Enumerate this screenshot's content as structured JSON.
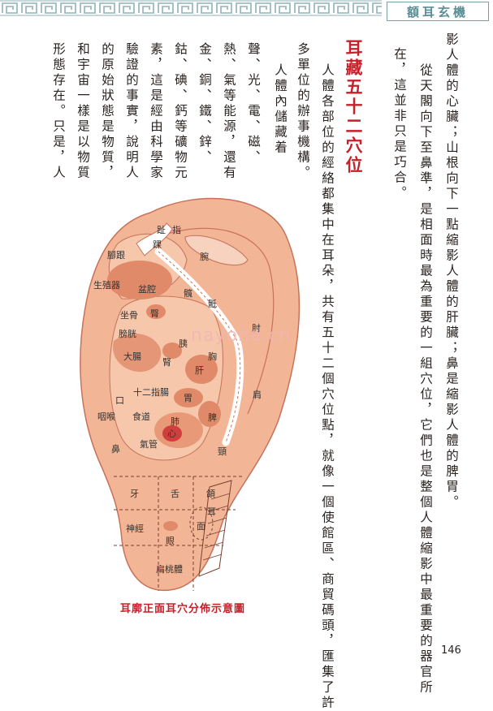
{
  "header": {
    "title": "額耳玄機"
  },
  "page_number": "146",
  "watermark": "nayona.cn",
  "heading": "耳藏五十二穴位",
  "caption": "耳廓正面耳穴分佈示意圖",
  "columns": [
    "影人體的心臟；山根向下一點縮影人體的肝臟；鼻是縮影人體的脾胃。",
    "從天閣向下至鼻準，是相面時最為重要的一組穴位，它們也是整個人體縮影中最重要的器官所",
    "在，這並非只是巧合。",
    "人體各部位的經絡都集中在耳朵，共有五十二個穴位點，就像一個使館區、商貿碼頭，匯集了許",
    "多單位的辦事機構。",
    "人體內儲藏着",
    "聲、光、電、磁、",
    "熱、氣等能源，還有",
    "金、銅、鐵、鋅、",
    "鈷、碘、鈣等礦物元",
    "素，這是經由科學家",
    "驗證的事實，說明人",
    "的原始狀態是物質，",
    "和宇宙一樣是以物質",
    "形態存在。只是，人"
  ],
  "ear_labels": {
    "toe": "趾",
    "finger": "指",
    "heel": "腳跟",
    "ankle": "踝",
    "wrist": "腕",
    "genitals": "生殖器",
    "pelvis": "盆腔",
    "hip": "髖",
    "sciatic": "坐骨",
    "buttock": "臀",
    "lumbar": "骶",
    "elbow": "肘",
    "bladder": "膀胱",
    "large_intestine": "大腸",
    "kidney": "腎",
    "pancreas": "胰",
    "liver": "肝",
    "chest": "胸",
    "shoulder": "肩",
    "duodenum": "十二指腸",
    "stomach": "胃",
    "mouth": "口",
    "throat": "咽喉",
    "esophagus": "食道",
    "lung": "肺",
    "spleen": "脾",
    "heart": "心",
    "trachea": "氣管",
    "nose": "鼻",
    "neck": "頸",
    "tooth": "牙",
    "tongue": "舌",
    "jaw": "頜",
    "ear": "耳",
    "face": "面",
    "nerve": "神經",
    "eye": "眼",
    "tonsil": "扁桃體"
  },
  "colors": {
    "skin": "#f2b596",
    "skin_dark": "#e89a78",
    "organ": "#e08a6a",
    "red": "#c8202a",
    "frame": "#7aa0a6"
  }
}
